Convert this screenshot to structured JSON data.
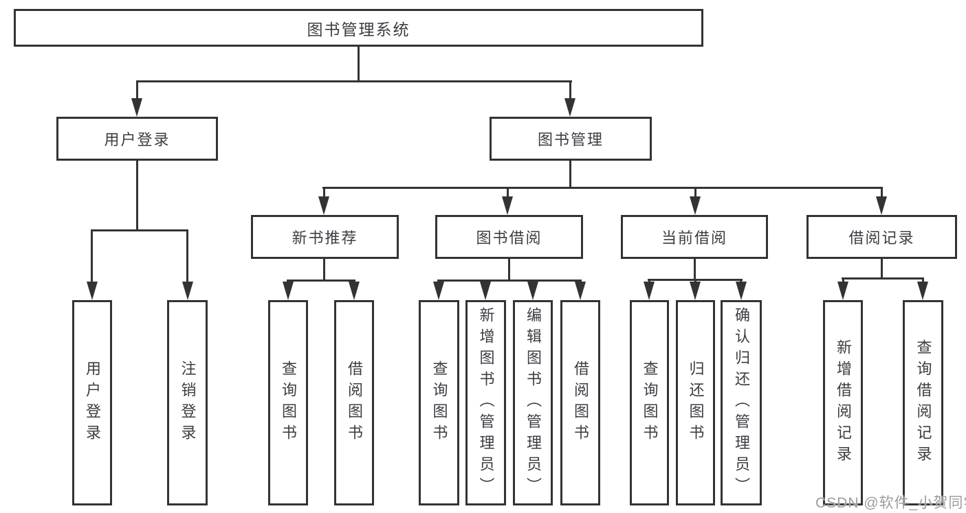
{
  "diagram": {
    "root": {
      "label": "图书管理系统"
    },
    "level2": [
      {
        "label": "用户登录"
      },
      {
        "label": "图书管理"
      }
    ],
    "level3": [
      {
        "label": "新书推荐"
      },
      {
        "label": "图书借阅"
      },
      {
        "label": "当前借阅"
      },
      {
        "label": "借阅记录"
      }
    ],
    "leaves": {
      "user_login": [
        {
          "label": "用户登录"
        },
        {
          "label": "注销登录"
        }
      ],
      "new_book_recommend": [
        {
          "label": "查询图书"
        },
        {
          "label": "借阅图书"
        }
      ],
      "book_borrowing": [
        {
          "label": "查询图书"
        },
        {
          "label": "新增图书（管理员）"
        },
        {
          "label": "编辑图书（管理员）"
        },
        {
          "label": "借阅图书"
        }
      ],
      "current_borrowing": [
        {
          "label": "查询图书"
        },
        {
          "label": "归还图书"
        },
        {
          "label": "确认归还（管理员）"
        }
      ],
      "borrowing_records": [
        {
          "label": "新增借阅记录"
        },
        {
          "label": "查询借阅记录"
        }
      ]
    }
  },
  "watermark": {
    "text": "CSDN @软件_小贺同学"
  },
  "colors": {
    "line": "#333333",
    "text": "#3a3d42",
    "watermark": "#9c9c9c",
    "background": "#ffffff"
  }
}
